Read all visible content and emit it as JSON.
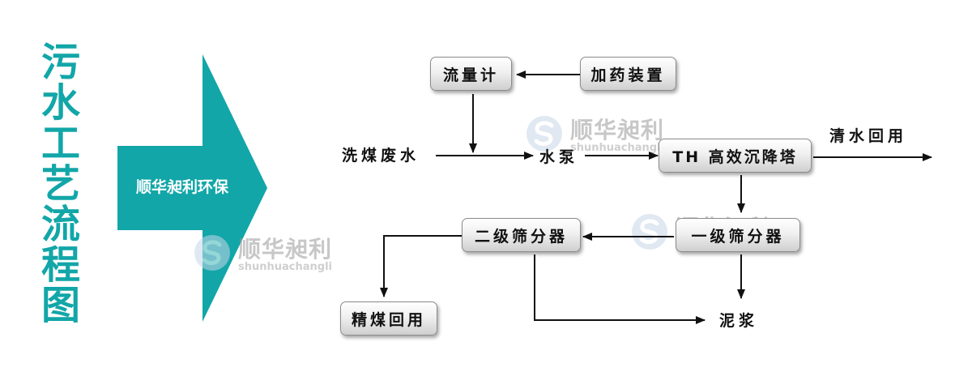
{
  "title": "污水工艺流程图",
  "arrow_label": "顺华昶利环保",
  "watermark": {
    "name": "顺华昶利",
    "sub": "shunhuachangli"
  },
  "nodes": {
    "flowmeter": "流量计",
    "dosing": "加药装置",
    "wastewater": "洗煤废水",
    "pump": "水泵",
    "settler": "TH 高效沉降塔",
    "clearwater": "清水回用",
    "screen2": "二级筛分器",
    "screen1": "一级筛分器",
    "cleancoal": "精煤回用",
    "slurry": "泥浆"
  },
  "colors": {
    "accent": "#12a6a8",
    "line": "#111111"
  }
}
